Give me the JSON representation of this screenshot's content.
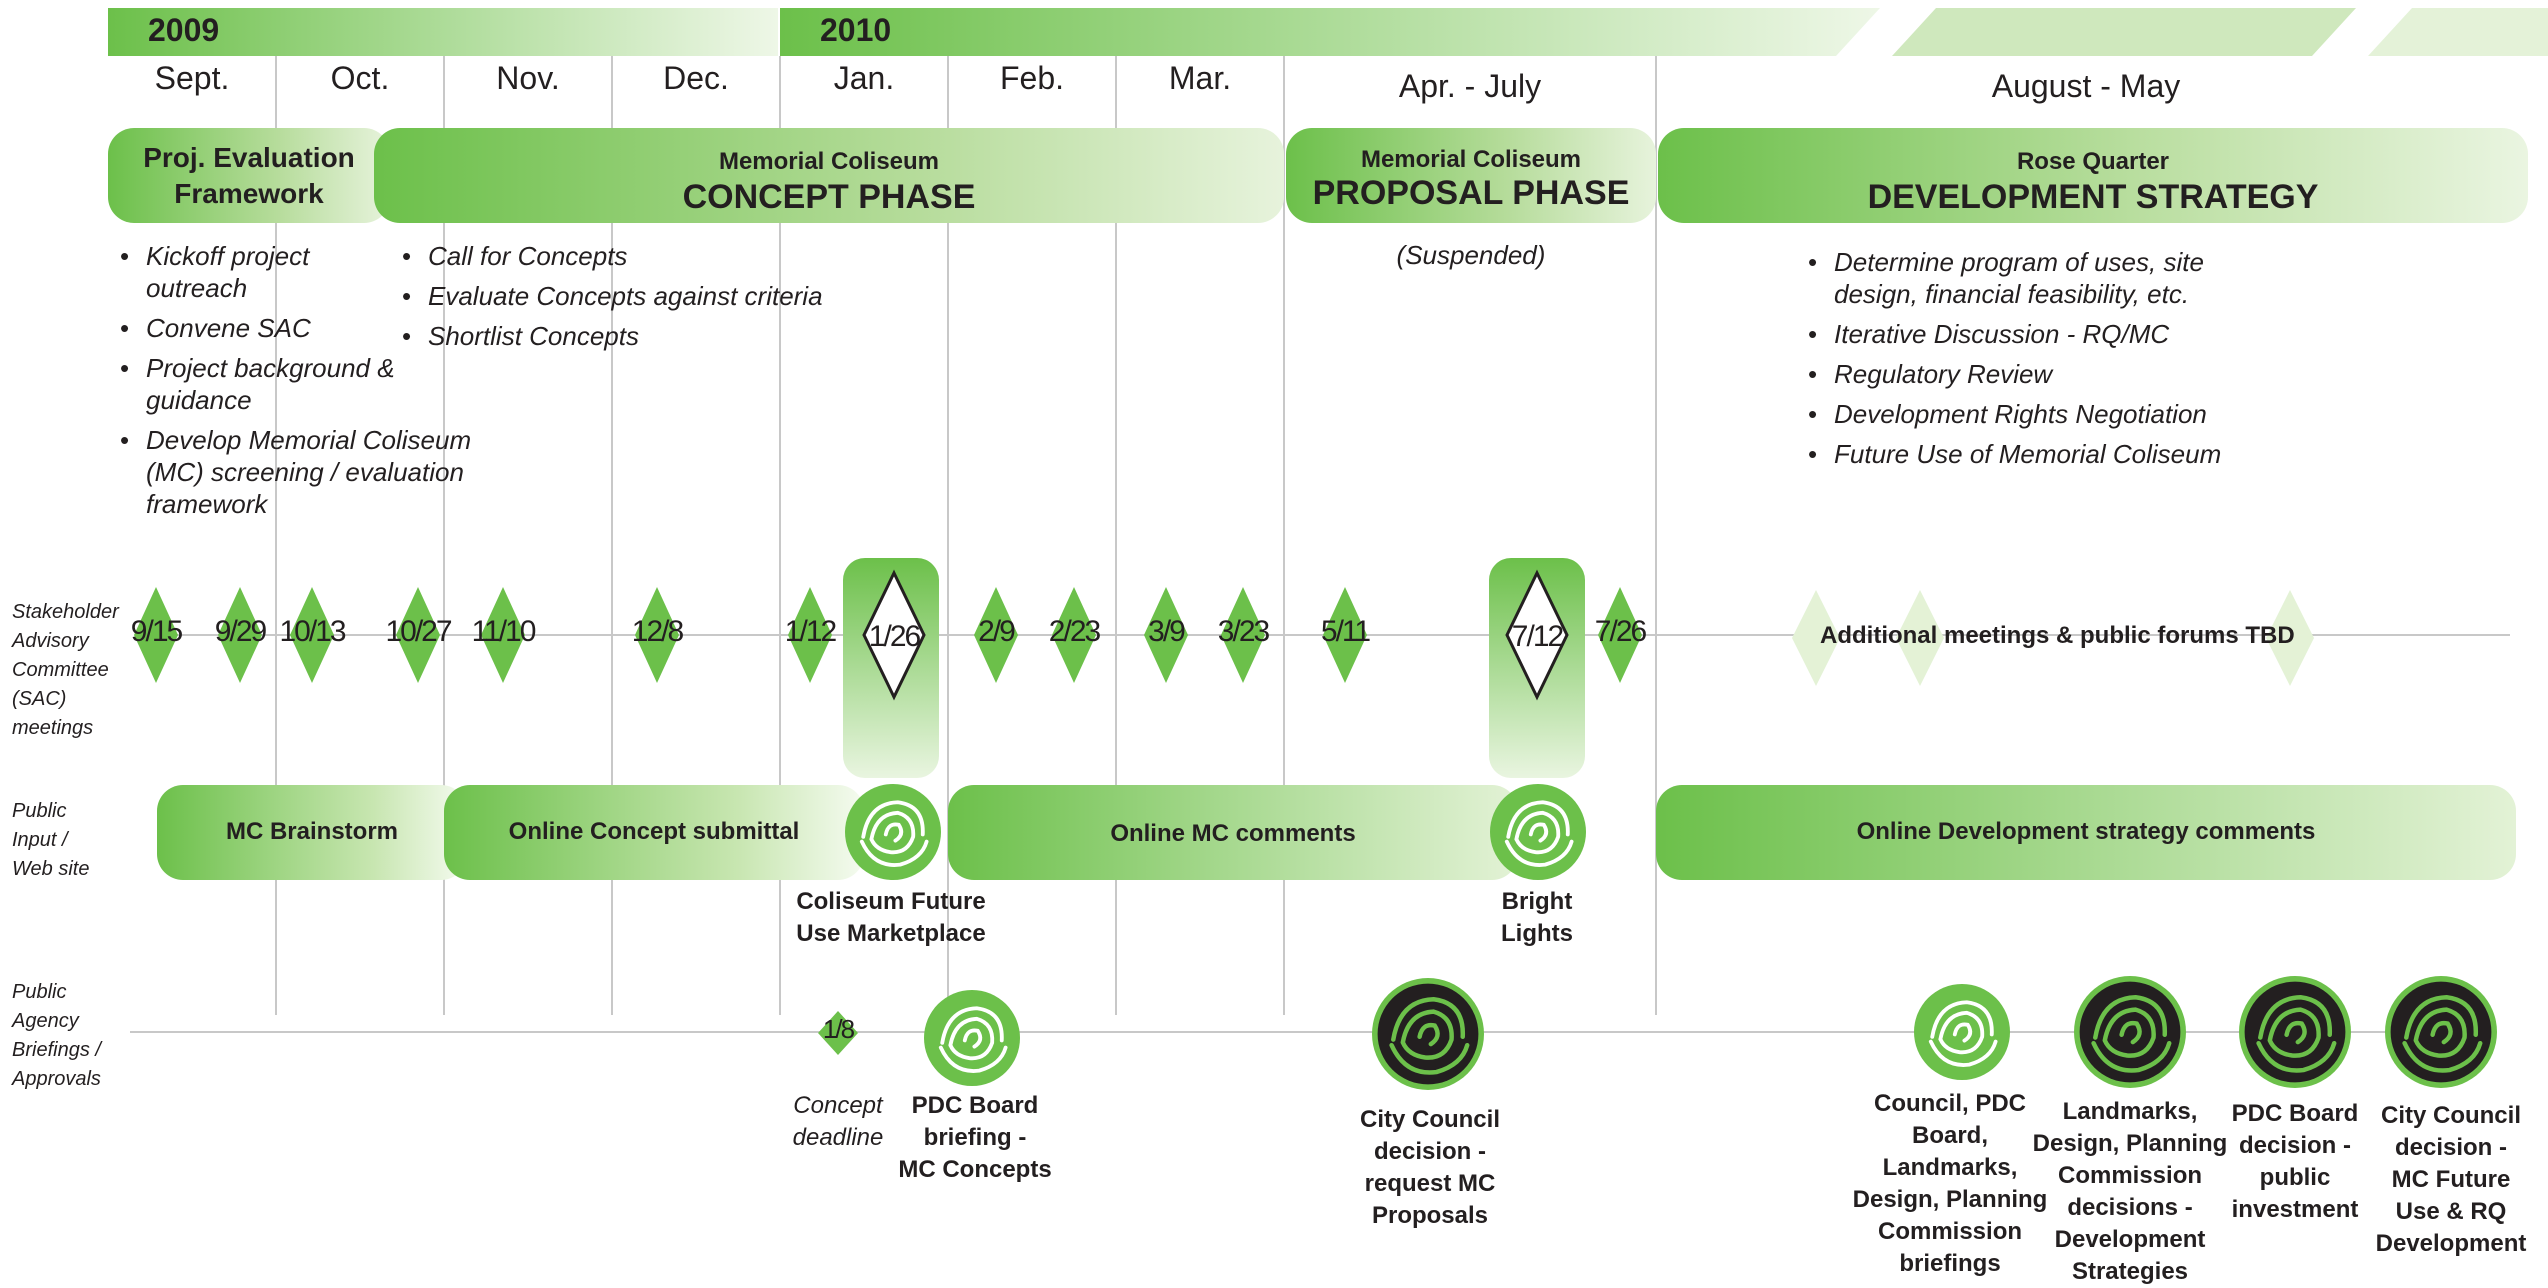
{
  "years": [
    "2009",
    "2010"
  ],
  "months": [
    "Sept.",
    "Oct.",
    "Nov.",
    "Dec.",
    "Jan.",
    "Feb.",
    "Mar.",
    "Apr. - July",
    "August - May"
  ],
  "phases": [
    {
      "line1": "Proj. Evaluation",
      "line2": "Framework"
    },
    {
      "small": "Memorial Coliseum",
      "big": "CONCEPT PHASE"
    },
    {
      "small": "Memorial Coliseum",
      "big": "PROPOSAL PHASE"
    },
    {
      "small": "Rose Quarter",
      "big": "DEVELOPMENT STRATEGY"
    }
  ],
  "bullets": {
    "framework": [
      "Kickoff project outreach",
      "Convene SAC",
      "Project background & guidance",
      "Develop Memorial Coliseum (MC)  screening / evaluation framework"
    ],
    "concept": [
      "Call for Concepts",
      "Evaluate Concepts against criteria",
      "Shortlist Concepts"
    ],
    "proposal_note": "(Suspended)",
    "strategy": [
      "Determine program of uses, site design, financial feasibility, etc.",
      "Iterative Discussion - RQ/MC",
      "Regulatory Review",
      "Development Rights Negotiation",
      "Future Use of Memorial Coliseum"
    ]
  },
  "row_labels": {
    "sac": "Stakeholder Advisory Committee (SAC) meetings",
    "public": "Public Input / Web site",
    "agency": "Public Agency Briefings / Approvals"
  },
  "sac_dates": [
    "9/15",
    "9/29",
    "10/13",
    "10/27",
    "11/10",
    "12/8",
    "1/12",
    "1/26",
    "2/9",
    "2/23",
    "3/9",
    "3/23",
    "5/11",
    "7/12",
    "7/26"
  ],
  "sac_tbd": "Additional meetings & public forums TBD",
  "public_bars": [
    "MC Brainstorm",
    "Online Concept submittal",
    "Online MC comments",
    "Online Development strategy comments"
  ],
  "public_events": [
    {
      "line1": "Coliseum Future",
      "line2": "Use Marketplace"
    },
    {
      "line1": "Bright",
      "line2": "Lights"
    }
  ],
  "agency": {
    "milestone_date": "1/8",
    "milestone_label": [
      "Concept",
      "deadline"
    ],
    "events": [
      [
        "PDC Board",
        "briefing -",
        "MC Concepts"
      ],
      [
        "City Council",
        "decision -",
        "request MC",
        "Proposals"
      ],
      [
        "Council, PDC",
        "Board,",
        "Landmarks,",
        "Design, Planning",
        "Commission",
        "briefings"
      ],
      [
        "Landmarks,",
        "Design, Planning",
        "Commission",
        "decisions -",
        "Development",
        "Strategies"
      ],
      [
        "PDC Board",
        "decision -",
        "public",
        "investment"
      ],
      [
        "City Council",
        "decision -",
        "MC Future",
        "Use & RQ",
        "Development"
      ]
    ]
  },
  "colors": {
    "green": "#6cc04a",
    "green_dark": "#5aad36",
    "green_pale": "#e4f2d6",
    "rose_dark": "#231f20",
    "grid": "#c8c8c8"
  }
}
